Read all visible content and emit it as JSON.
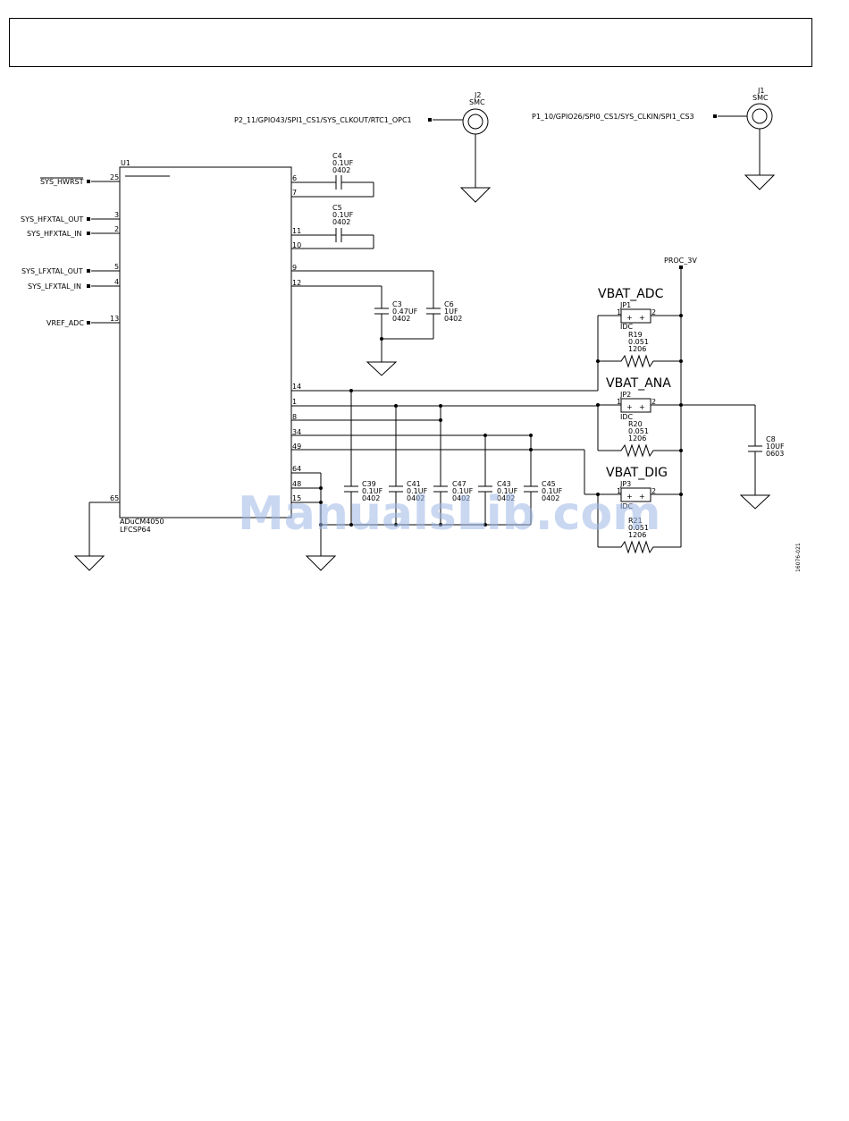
{
  "watermark": "ManualsLib.com",
  "figure_id": "16076-021",
  "u1": {
    "ref": "U1",
    "part": "ADuCM4050",
    "package": "LFCSP64",
    "left_pins": [
      {
        "net": "SYS_HWRST",
        "pin": "25"
      },
      {
        "net": "SYS_HFXTAL_OUT",
        "pin": "3"
      },
      {
        "net": "SYS_HFXTAL_IN",
        "pin": "2"
      },
      {
        "net": "SYS_LFXTAL_OUT",
        "pin": "5"
      },
      {
        "net": "SYS_LFXTAL_IN",
        "pin": "4"
      },
      {
        "net": "VREF_ADC",
        "pin": "13"
      },
      {
        "net": "",
        "pin": "65"
      }
    ],
    "right_pins": [
      "6",
      "7",
      "11",
      "10",
      "9",
      "12",
      "14",
      "1",
      "8",
      "34",
      "49",
      "64",
      "48",
      "15"
    ]
  },
  "connectors": {
    "j2": {
      "ref": "J2",
      "type": "SMC",
      "net": "P2_11/GPIO43/SPI1_CS1/SYS_CLKOUT/RTC1_OPC1"
    },
    "j1": {
      "ref": "J1",
      "type": "SMC",
      "net": "P1_10/GPIO26/SPI0_CS1/SYS_CLKIN/SPI1_CS3"
    }
  },
  "caps": {
    "c4": {
      "ref": "C4",
      "value": "0.1UF",
      "size": "0402"
    },
    "c5": {
      "ref": "C5",
      "value": "0.1UF",
      "size": "0402"
    },
    "c3": {
      "ref": "C3",
      "value": "0.47UF",
      "size": "0402"
    },
    "c6": {
      "ref": "C6",
      "value": "1UF",
      "size": "0402"
    },
    "c8": {
      "ref": "C8",
      "value": "10UF",
      "size": "0603"
    },
    "c39": {
      "ref": "C39",
      "value": "0.1UF",
      "size": "0402"
    },
    "c41": {
      "ref": "C41",
      "value": "0.1UF",
      "size": "0402"
    },
    "c47": {
      "ref": "C47",
      "value": "0.1UF",
      "size": "0402"
    },
    "c43": {
      "ref": "C43",
      "value": "0.1UF",
      "size": "0402"
    },
    "c45": {
      "ref": "C45",
      "value": "0.1UF",
      "size": "0402"
    }
  },
  "power_net": "PROC_3V",
  "vbat": [
    {
      "title": "VBAT_ADC",
      "jp": "JP1",
      "jp_type": "IDC",
      "res": "R19",
      "res_value": "0.051",
      "res_size": "1206"
    },
    {
      "title": "VBAT_ANA",
      "jp": "JP2",
      "jp_type": "IDC",
      "res": "R20",
      "res_value": "0.051",
      "res_size": "1206"
    },
    {
      "title": "VBAT_DIG",
      "jp": "JP3",
      "jp_type": "IDC",
      "res": "R21",
      "res_value": "0.051",
      "res_size": "1206"
    }
  ],
  "jumper_pins": {
    "a": "1",
    "b": "2"
  }
}
